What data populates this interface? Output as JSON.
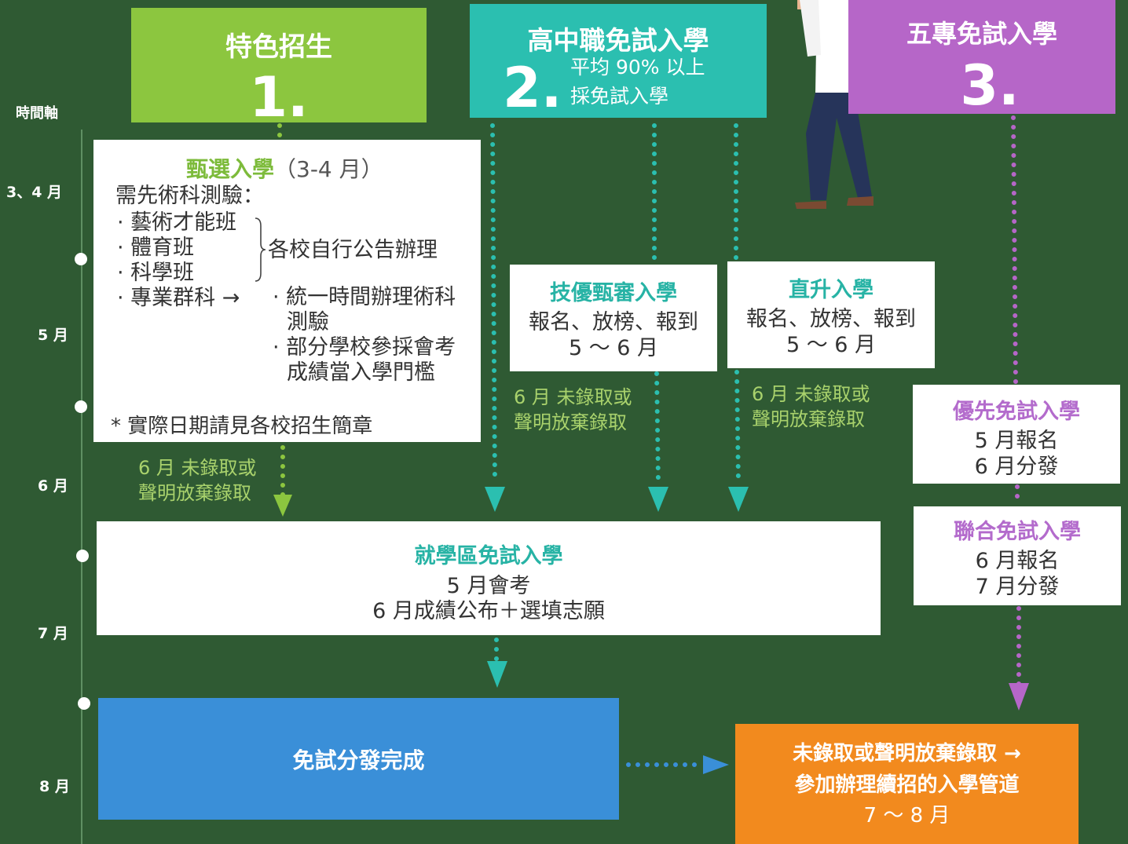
{
  "timeline": {
    "title": "時間軸",
    "months": [
      "3、4 月",
      "5 月",
      "6 月",
      "7 月",
      "8 月"
    ]
  },
  "paths": [
    {
      "title": "特色招生",
      "number": "1."
    },
    {
      "title": "高中職免試入學",
      "number": "2.",
      "sub_line1": "平均 90% 以上",
      "sub_line2": "採免試入學"
    },
    {
      "title": "五專免試入學",
      "number": "3."
    }
  ],
  "selection_card": {
    "title": "甄選入學",
    "title_period": "（3-4 月）",
    "prereq": "需先術科測驗：",
    "item_art": "· 藝術才能班",
    "item_pe": "· 體育班",
    "item_sci": "· 科學班",
    "brace_text": "各校自行公告辦理",
    "item_prof": "· 專業群科 →",
    "prof_sub1_line1": "· 統一時間辦理術科",
    "prof_sub1_line2": "測驗",
    "prof_sub2_line1": "· 部分學校參採會考",
    "prof_sub2_line2": "成績當入學門檻",
    "footnote": "* 實際日期請見各校招生簡章"
  },
  "skill_card": {
    "title": "技優甄審入學",
    "line1": "報名、放榜、報到",
    "line2": "5 ～ 6 月"
  },
  "direct_card": {
    "title": "直升入學",
    "line1": "報名、放榜、報到",
    "line2": "5 ～ 6 月"
  },
  "notes": {
    "note1_line1": "6 月  未錄取或",
    "note1_line2": "聲明放棄錄取",
    "note2_line1": "6 月  未錄取或",
    "note2_line2": "聲明放棄錄取",
    "note3_line1": "6 月  未錄取或",
    "note3_line2": "聲明放棄錄取"
  },
  "priority_card": {
    "title": "優先免試入學",
    "line1": "5 月報名",
    "line2": "6 月分發"
  },
  "joint_card": {
    "title": "聯合免試入學",
    "line1": "6 月報名",
    "line2": "7 月分發"
  },
  "district_card": {
    "title": "就學區免試入學",
    "line1": "5 月會考",
    "line2": "6 月成績公布＋選填志願"
  },
  "done_box": {
    "label": "免試分發完成"
  },
  "orange_box": {
    "line1": "未錄取或聲明放棄錄取 →",
    "line2": "參加辦理續招的入學管道",
    "line3": "7 ～ 8 月"
  },
  "colors": {
    "background": "#2f5a33",
    "path1": "#8cc63f",
    "path2": "#2bbfb0",
    "path3": "#b666c8",
    "accent_green": "#7dbb3b",
    "accent_teal": "#27b3a5",
    "accent_purple": "#b36bcc",
    "blue": "#3a8fd8",
    "orange": "#f28a1e"
  }
}
